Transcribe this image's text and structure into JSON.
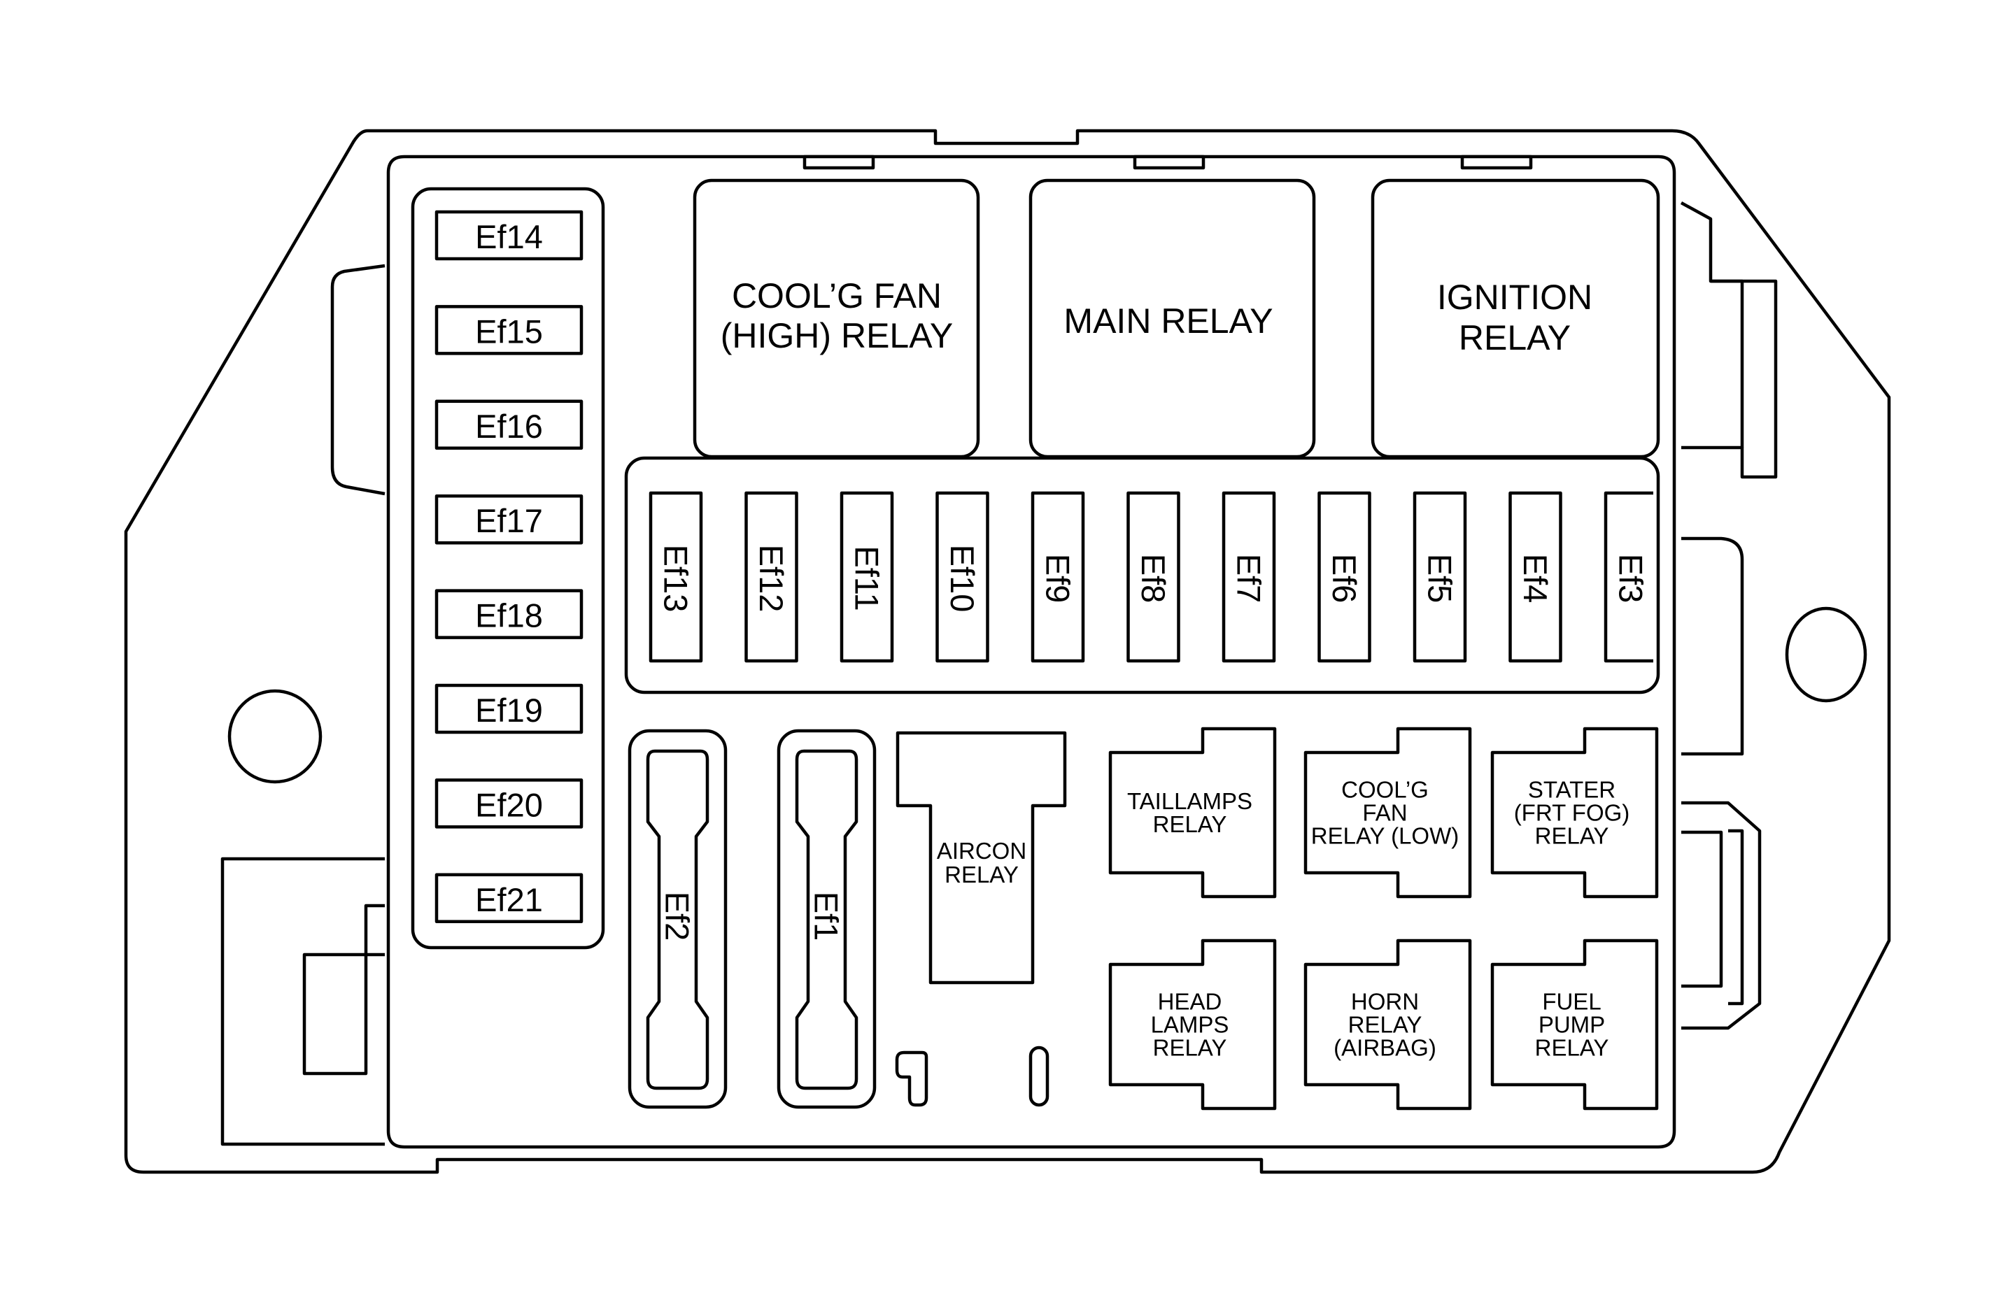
{
  "fuse_box": {
    "left_fuses": [
      "Ef14",
      "Ef15",
      "Ef16",
      "Ef17",
      "Ef18",
      "Ef19",
      "Ef20",
      "Ef21"
    ],
    "mid_fuses": [
      "Ef13",
      "Ef12",
      "Ef11",
      "Ef10",
      "Ef9",
      "Ef8",
      "Ef7",
      "Ef6",
      "Ef5",
      "Ef4",
      "Ef3"
    ],
    "large_fuses": [
      "Ef2",
      "Ef1"
    ],
    "top_relays": {
      "cooling_fan_high": [
        "COOL’G FAN",
        "(HIGH) RELAY"
      ],
      "main": [
        "MAIN RELAY"
      ],
      "ignition": [
        "IGNITION",
        "RELAY"
      ]
    },
    "aircon_relay": [
      "AIRCON",
      "RELAY"
    ],
    "small_relays": {
      "taillamps": [
        "TAILLAMPS",
        "RELAY"
      ],
      "cooling_fan_low": [
        "COOL’G",
        "FAN",
        "RELAY (LOW)"
      ],
      "stater": [
        "STATER",
        "(FRT FOG)",
        "RELAY"
      ],
      "headlamps": [
        "HEAD",
        "LAMPS",
        "RELAY"
      ],
      "horn": [
        "HORN",
        "RELAY",
        "(AIRBAG)"
      ],
      "fuel_pump": [
        "FUEL",
        "PUMP",
        "RELAY"
      ]
    }
  }
}
